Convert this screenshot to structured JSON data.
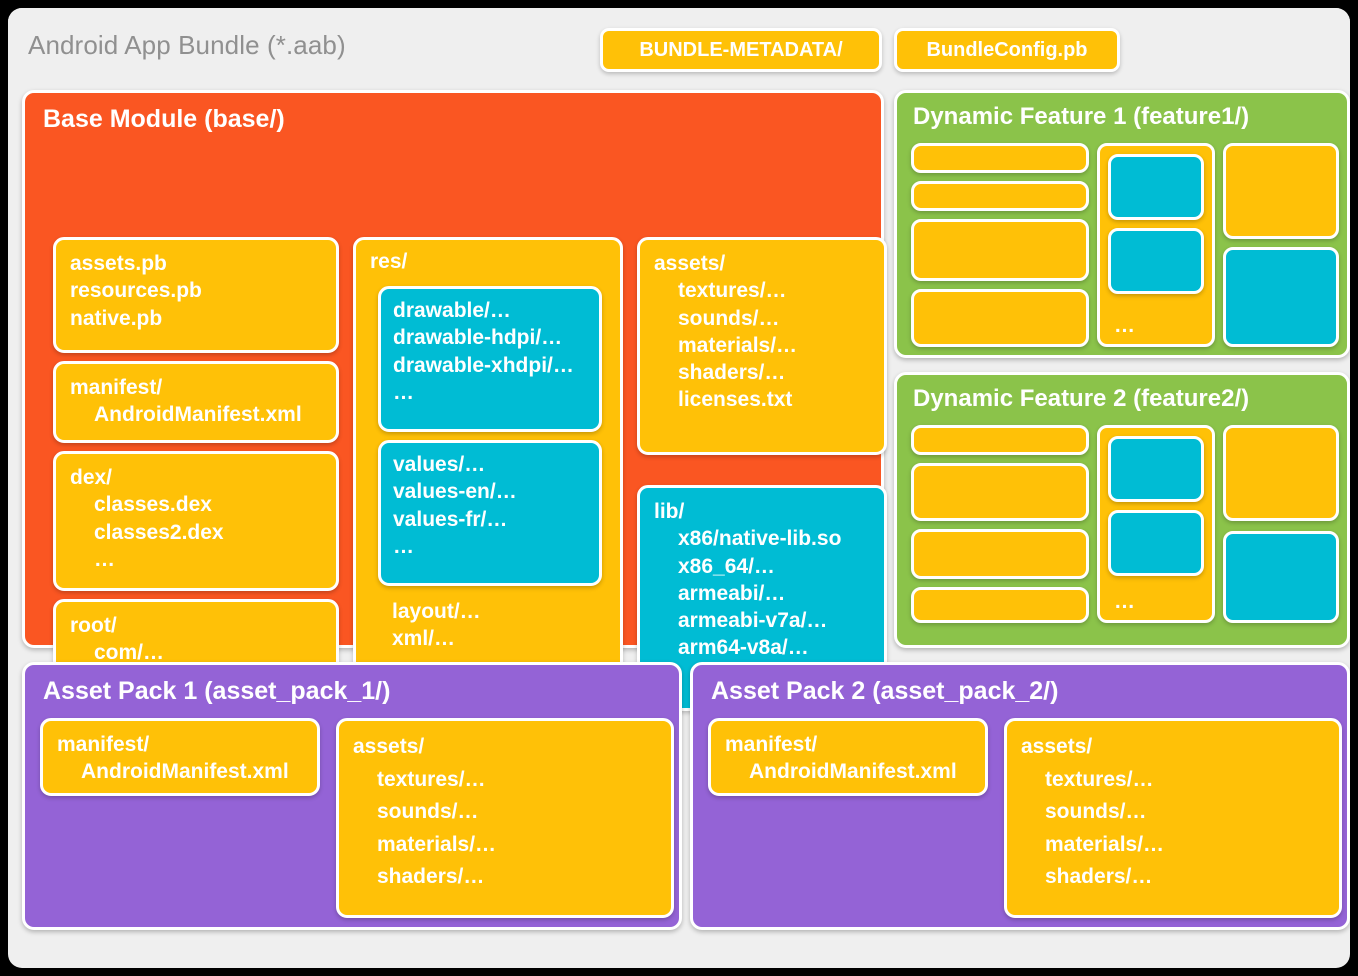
{
  "header": {
    "title": "Android App Bundle (*.aab)",
    "pills": [
      {
        "label": "BUNDLE-METADATA/"
      },
      {
        "label": "BundleConfig.pb"
      }
    ]
  },
  "base_module": {
    "title": "Base Module (base/)",
    "boxes": {
      "pb": {
        "lines": [
          "assets.pb",
          "resources.pb",
          "native.pb"
        ]
      },
      "manifest": {
        "lines": [
          "manifest/",
          "AndroidManifest.xml"
        ]
      },
      "dex": {
        "lines": [
          "dex/",
          "classes.dex",
          "classes2.dex",
          "…"
        ]
      },
      "root": {
        "lines": [
          "root/",
          "com/…",
          "…"
        ]
      },
      "res": {
        "label": "res/"
      },
      "drawable": {
        "lines": [
          "drawable/…",
          "drawable-hdpi/…",
          "drawable-xhdpi/…",
          "…"
        ]
      },
      "values": {
        "lines": [
          "values/…",
          "values-en/…",
          "values-fr/…",
          "…"
        ]
      },
      "res_tail": {
        "lines": [
          "layout/…",
          "xml/…",
          "…"
        ]
      },
      "assets": {
        "lines": [
          "assets/",
          "textures/…",
          "sounds/…",
          "materials/…",
          "shaders/…",
          "licenses.txt"
        ]
      },
      "lib": {
        "lines": [
          "lib/",
          "x86/native-lib.so",
          "x86_64/…",
          "armeabi/…",
          "armeabi-v7a/…",
          "arm64-v8a/…"
        ]
      }
    }
  },
  "features": [
    {
      "title": "Dynamic Feature 1 (feature1/)",
      "ellipsis": "…"
    },
    {
      "title": "Dynamic Feature 2 (feature2/)",
      "ellipsis": "…"
    }
  ],
  "asset_packs": [
    {
      "title": "Asset Pack 1 (asset_pack_1/)",
      "manifest": {
        "lines": [
          "manifest/",
          "AndroidManifest.xml"
        ]
      },
      "assets": {
        "lines": [
          "assets/",
          "textures/…",
          "sounds/…",
          "materials/…",
          "shaders/…"
        ]
      }
    },
    {
      "title": "Asset Pack 2 (asset_pack_2/)",
      "manifest": {
        "lines": [
          "manifest/",
          "AndroidManifest.xml"
        ]
      },
      "assets": {
        "lines": [
          "assets/",
          "textures/…",
          "sounds/…",
          "materials/…",
          "shaders/…"
        ]
      }
    }
  ],
  "colors": {
    "card_background": "#efefef",
    "base_module": "#fa5622",
    "dynamic_feature": "#8bc34a",
    "asset_pack": "#9463d6",
    "resource_box": "#ffc107",
    "split_box": "#00bcd4",
    "title_text": "#909090"
  }
}
